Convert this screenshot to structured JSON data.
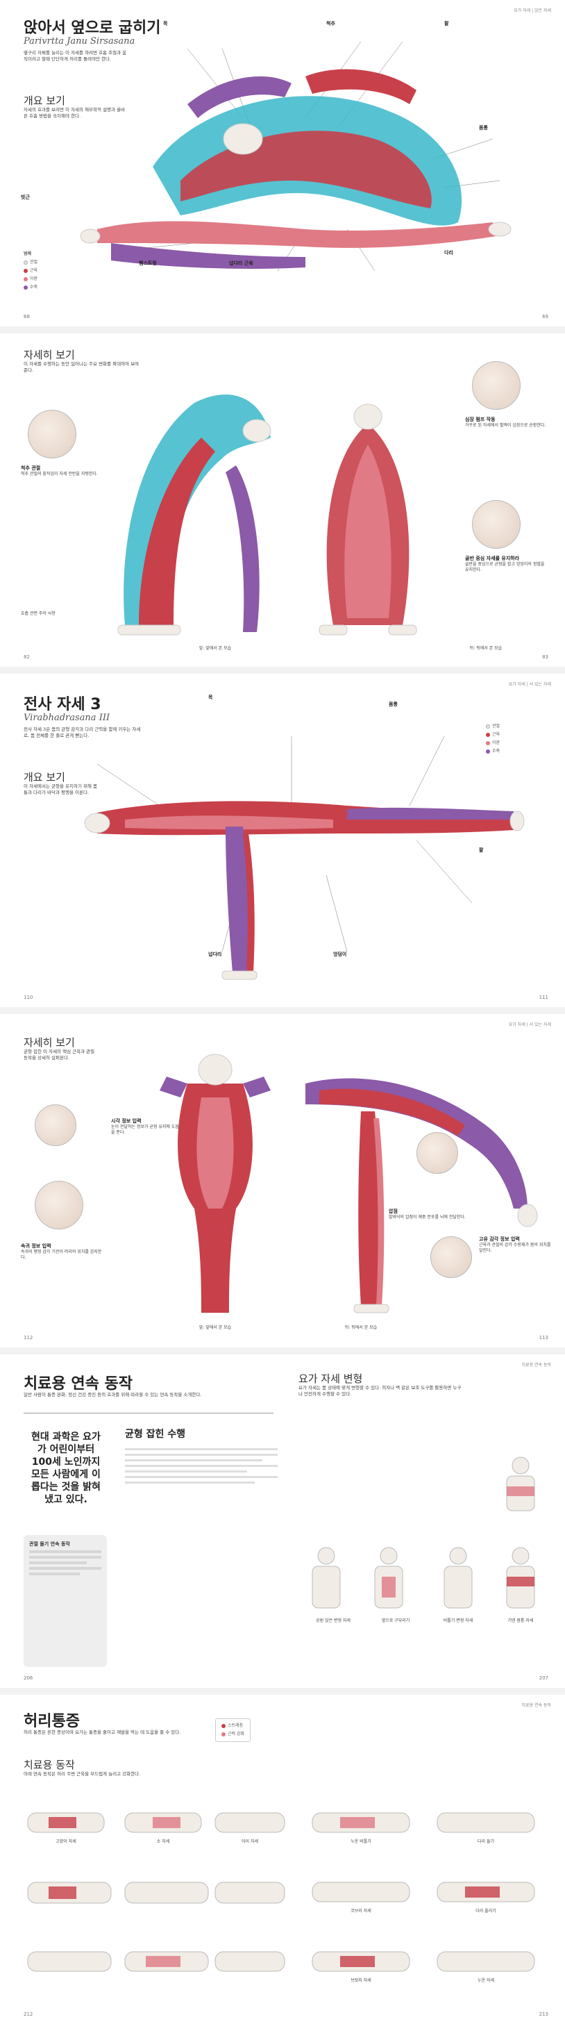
{
  "spread1": {
    "left_page_num": "68",
    "right_page_num": "69",
    "header_tag": "요가 자세 | 앉은 자세",
    "title": "앉아서 옆으로 굽히기",
    "sanskrit": "Parivrtta Janu Sirsasana",
    "intro": "옆구리 자체를 늘리는 이 자세를 하려면 호흡 조절과 움직이려고 할때 단단하게 허리를 돌려야만 한다.",
    "overview_heading": "개요 보기",
    "overview_text": "자세의 효과를 보려면 이 자세의 해부학적 설명과 올바른 호흡 방법을 숙지해야 한다.",
    "legend_title": "범례",
    "legend": [
      "관절",
      "근육",
      "이완",
      "수축"
    ],
    "labels": {
      "neck": "목",
      "spine": "척추",
      "arm": "팔",
      "torso": "몸통",
      "hamstring": "햄스트링",
      "quad": "넙다리 근육",
      "obliques": "빗근",
      "leg": "다리"
    }
  },
  "spread2": {
    "left_page_num": "82",
    "right_page_num": "83",
    "heading": "자세히 보기",
    "intro": "이 자세를 수행하는 동안 일어나는 주요 변화를 확대하여 보여준다.",
    "callouts": [
      {
        "title": "척추 관절",
        "text": "척추 관절의 움직임이 자세 전반을 지탱한다."
      },
      {
        "title": "심장 펌프 작동",
        "text": "거꾸로 된 자세에서 혈액이 심장으로 순환한다."
      },
      {
        "title": "골반 중심 자세를 유지하라",
        "text": "골반을 중심으로 균형을 잡고 엉덩이의 정렬을 유지한다."
      }
    ],
    "caption_front": "앞: 앞에서 본 모습",
    "caption_back": "뒤: 뒤에서 본 모습",
    "sidebar_note": "호흡 관련 주의 사항"
  },
  "spread3": {
    "left_page_num": "110",
    "right_page_num": "111",
    "header_tag": "요가 자세 | 서 있는 자세",
    "title": "전사 자세 3",
    "sanskrit": "Virabhadrasana III",
    "intro": "전사 자세 3은 몸의 균형 감각과 다리 근력을 함께 키우는 자세로, 몸 전체를 한 줄로 곧게 뻗는다.",
    "overview_heading": "개요 보기",
    "overview_text": "이 자세에서는 균형을 유지하기 위해 몸통과 다리가 바닥과 평행을 이룬다.",
    "legend": [
      "관절",
      "근육",
      "이완",
      "수축"
    ],
    "labels": {
      "neck": "목",
      "torso": "몸통",
      "arm": "팔",
      "thigh": "넙다리",
      "hip": "엉덩이"
    }
  },
  "spread4": {
    "left_page_num": "112",
    "right_page_num": "113",
    "header_tag": "요가 자세 | 서 있는 자세",
    "heading": "자세히 보기",
    "intro": "균형 잡힌 이 자세의 핵심 근육과 관절 동작을 상세히 살펴본다.",
    "callouts": [
      {
        "title": "시각 정보 입력",
        "text": "눈이 전달하는 정보가 균형 유지에 도움을 준다."
      },
      {
        "title": "속귀 정보 입력",
        "text": "속귀의 평형 감각 기관이 머리의 위치를 감지한다."
      },
      {
        "title": "압점",
        "text": "발바닥의 압점이 체중 분포를 뇌에 전달한다."
      },
      {
        "title": "고유 감각 정보 입력",
        "text": "근육과 관절의 감각 수용체가 몸의 위치를 알린다."
      }
    ],
    "caption_front": "앞: 앞에서 본 모습",
    "caption_back": "뒤: 뒤에서 본 모습"
  },
  "spread5": {
    "left_page_num": "206",
    "right_page_num": "207",
    "header_tag": "치료용 연속 동작",
    "title": "치료용 연속 동작",
    "intro": "일반 사람이 통증 완화, 정신 건강 증진 등의 효과를 위해 따라할 수 있는 연속 동작을 소개한다.",
    "quote": "현대 과학은 요가가 어린이부터 100세 노인까지 모든 사람에게 이롭다는 것을 밝혀냈고 있다.",
    "sidebar_title": "균형 잡힌 수행",
    "right_heading": "요가 자세 변형",
    "right_intro": "요가 자세는 몸 상태에 맞게 변형할 수 있다. 의자나 벽 같은 보조 도구를 활용하면 누구나 안전하게 수행할 수 있다.",
    "sidebar_box_title": "관절 돌기 연속 동작",
    "captions": [
      "공원 앉은 변형 자세",
      "옆으로 구부리기",
      "비틀기 변형 자세",
      "기댄 몸통 자세"
    ]
  },
  "spread6": {
    "left_page_num": "212",
    "right_page_num": "213",
    "header_tag": "치료용 연속 동작",
    "title": "허리통증",
    "intro": "허리 통증은 흔한 증상이며 요가는 통증을 줄이고 재발을 막는 데 도움을 줄 수 있다.",
    "legend": [
      "스트레칭",
      "근력 강화"
    ],
    "sequence_heading": "치료용 동작",
    "sequence_intro": "아래 연속 동작은 허리 주변 근육을 부드럽게 늘리고 강화한다.",
    "captions": [
      "고양이 자세",
      "소 자세",
      "아이 자세",
      "누운 비틀기",
      "다리 들기",
      "코브라 자세",
      "다리 올리기",
      "브릿지 자세",
      "누운 자세"
    ]
  },
  "colors": {
    "muscle_red": "#c8404a",
    "muscle_pink": "#e07a84",
    "fascia_blue": "#39b7c9",
    "stretch_purple": "#8b5aa8",
    "bone": "#e8e4dc",
    "skin": "#f1ece6"
  }
}
